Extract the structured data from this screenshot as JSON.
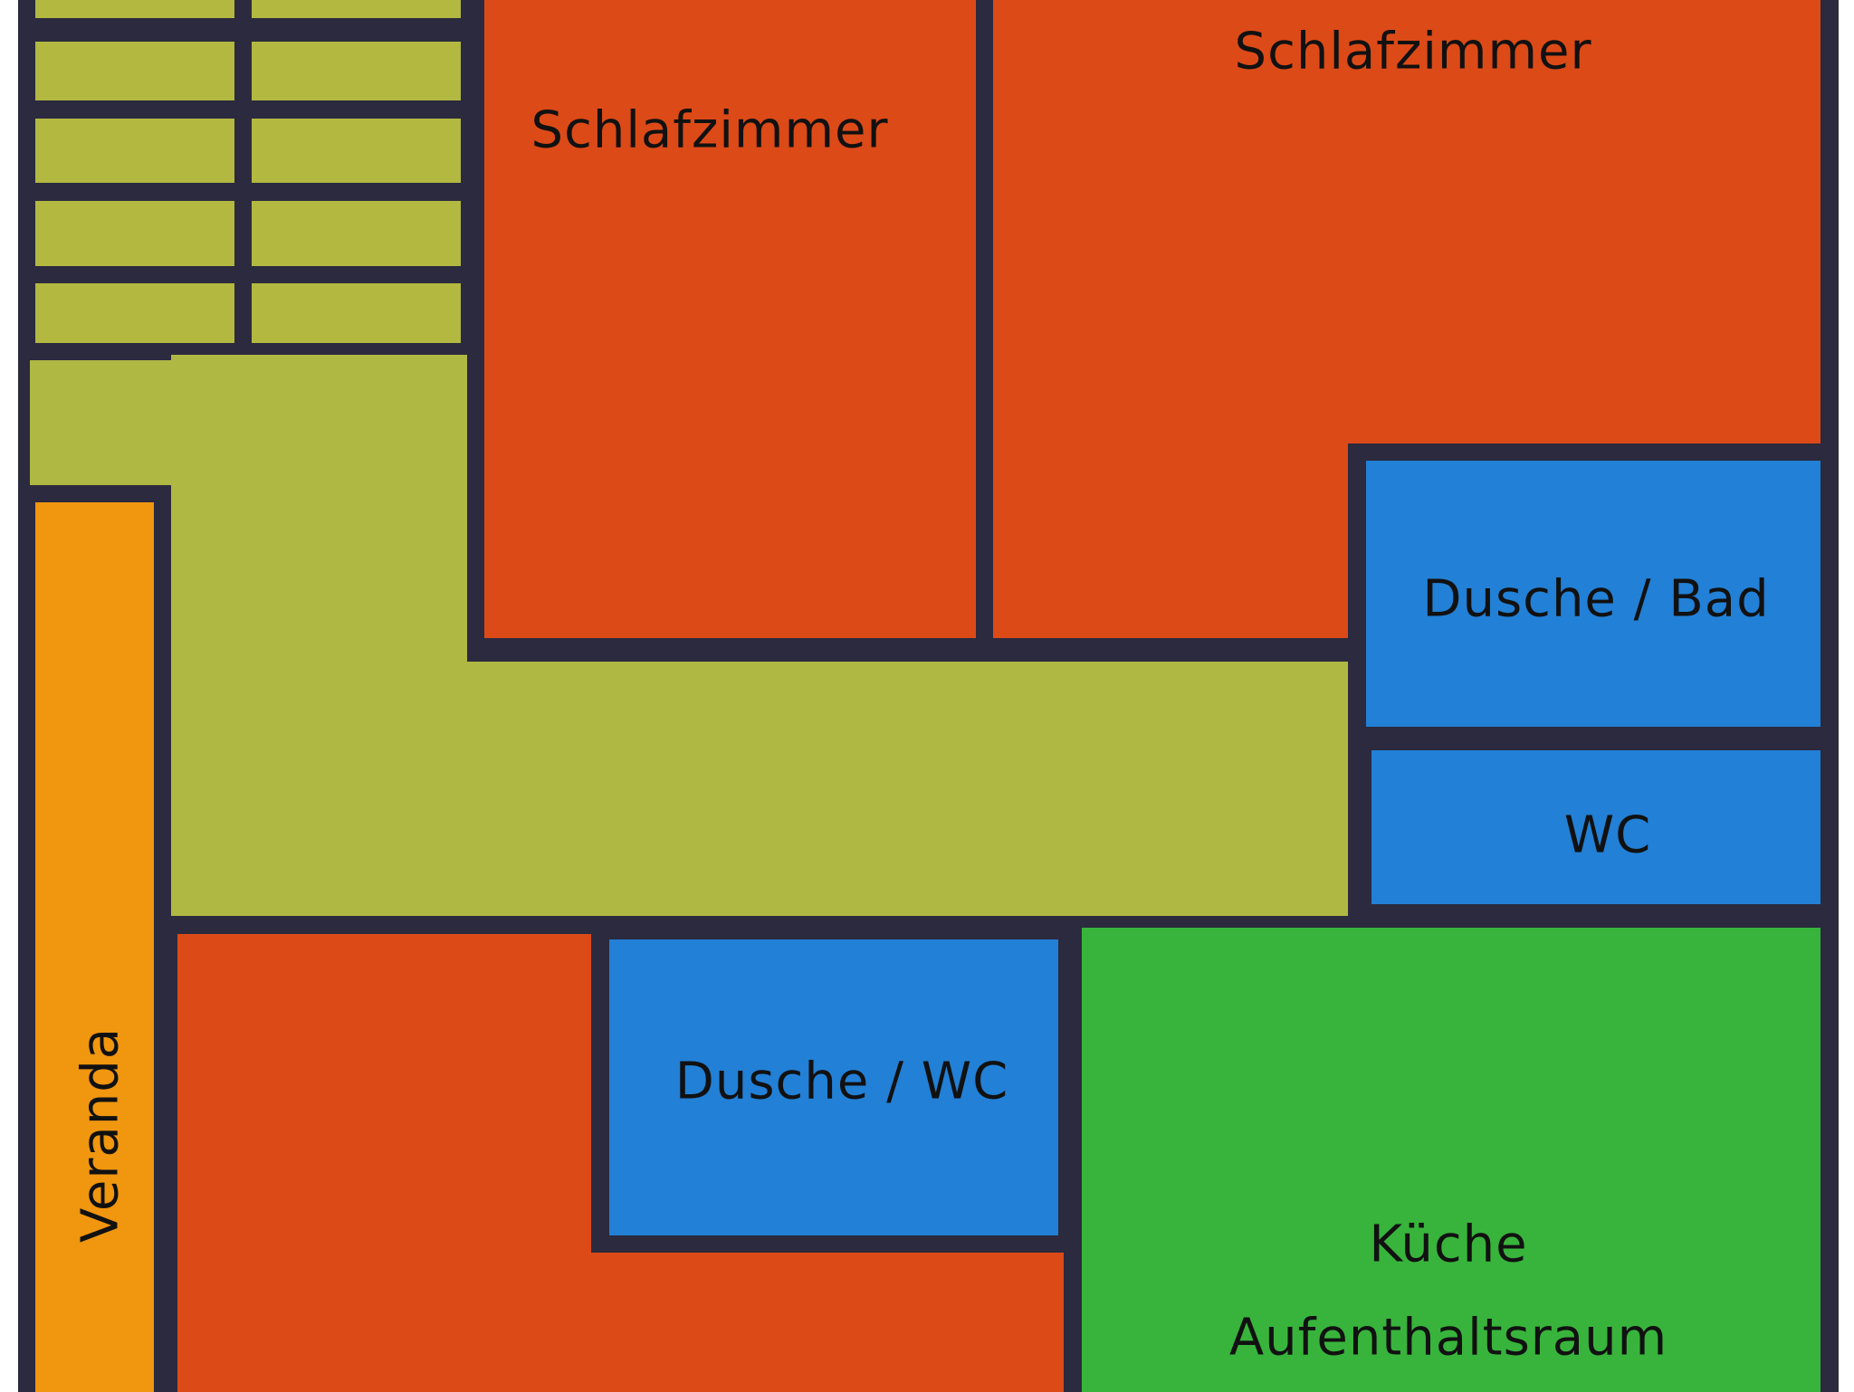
{
  "rooms": {
    "bedroom_1": "Schlafzimmer",
    "bedroom_2": "Schlafzimmer",
    "shower_bath": "Dusche / Bad",
    "wc": "WC",
    "shower_wc": "Dusche / WC",
    "kitchen_line1": "Küche",
    "kitchen_line2": "Aufenthaltsraum",
    "veranda": "Veranda"
  },
  "colors": {
    "walls": "#2b2a3e",
    "bedroom": "#dc4a18",
    "bath": "#2280d6",
    "kitchen": "#38b43c",
    "hall": "#b0b844",
    "veranda": "#f0960f"
  }
}
